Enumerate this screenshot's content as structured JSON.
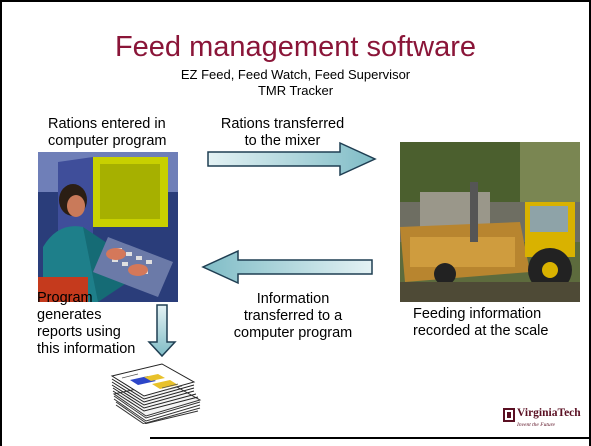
{
  "slide": {
    "title": "Feed management software",
    "subtitle_line1": "EZ Feed, Feed Watch, Feed Supervisor",
    "subtitle_line2": "TMR Tracker"
  },
  "labels": {
    "rations_entered_line1": "Rations entered in",
    "rations_entered_line2": "computer program",
    "rations_transferred_line1": "Rations transferred",
    "rations_transferred_line2": "to the mixer",
    "feeding_info_line1": "Feeding information",
    "feeding_info_line2": "recorded at the scale",
    "info_transferred_line1": "Information",
    "info_transferred_line2": "transferred to a",
    "info_transferred_line3": "computer program",
    "reports_line1": "Program",
    "reports_line2": "generates",
    "reports_line3": "reports using",
    "reports_line4": "this information"
  },
  "logo": {
    "text": "VirginiaTech",
    "tagline": "Invent the Future"
  },
  "colors": {
    "title": "#8a1538",
    "arrow_fill_light": "#e4f2f4",
    "arrow_fill_dark": "#7fbcc6",
    "arrow_stroke": "#1f3e52",
    "logo": "#5a0f22"
  },
  "icons": {
    "computer_user": "computer-user-clipart",
    "tractor_mixer": "tractor-feed-mixer-photo",
    "report_papers": "stack-of-reports-clipart"
  }
}
